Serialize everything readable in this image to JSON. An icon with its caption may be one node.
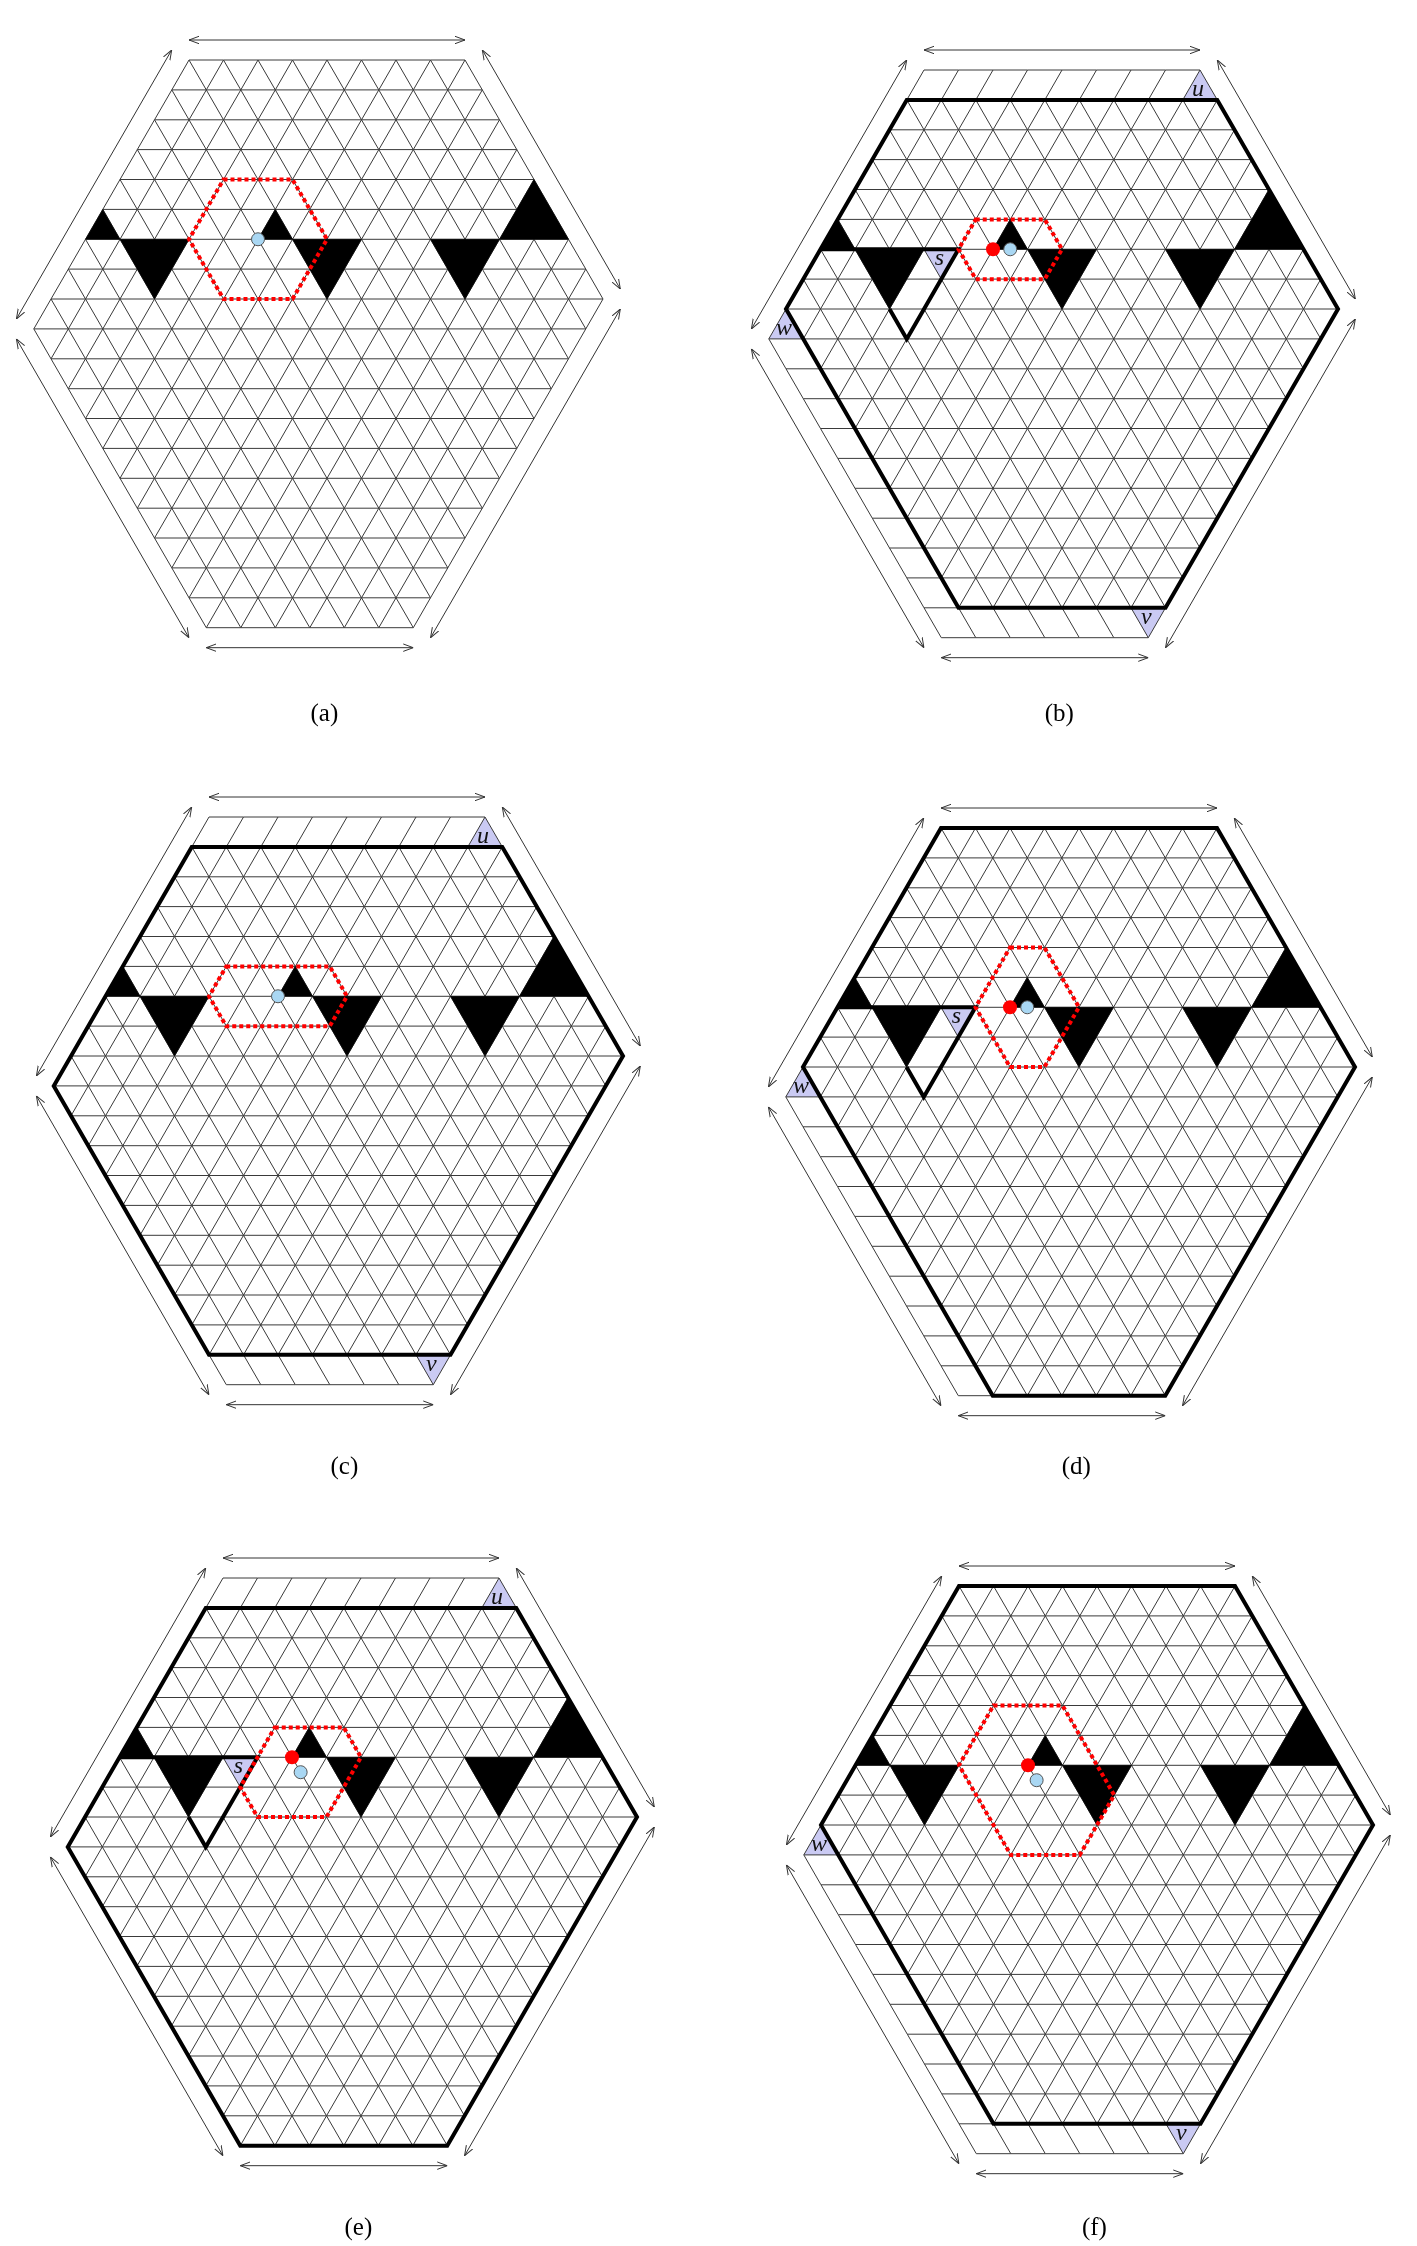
{
  "diagram": {
    "labels": [
      "u",
      "s",
      "w",
      "v",
      "(a)",
      "(b)",
      "u",
      "s",
      "w",
      "v",
      "(c)",
      "(d)",
      "u",
      "s",
      "w",
      "v",
      "(e)",
      "(f)"
    ]
  }
}
